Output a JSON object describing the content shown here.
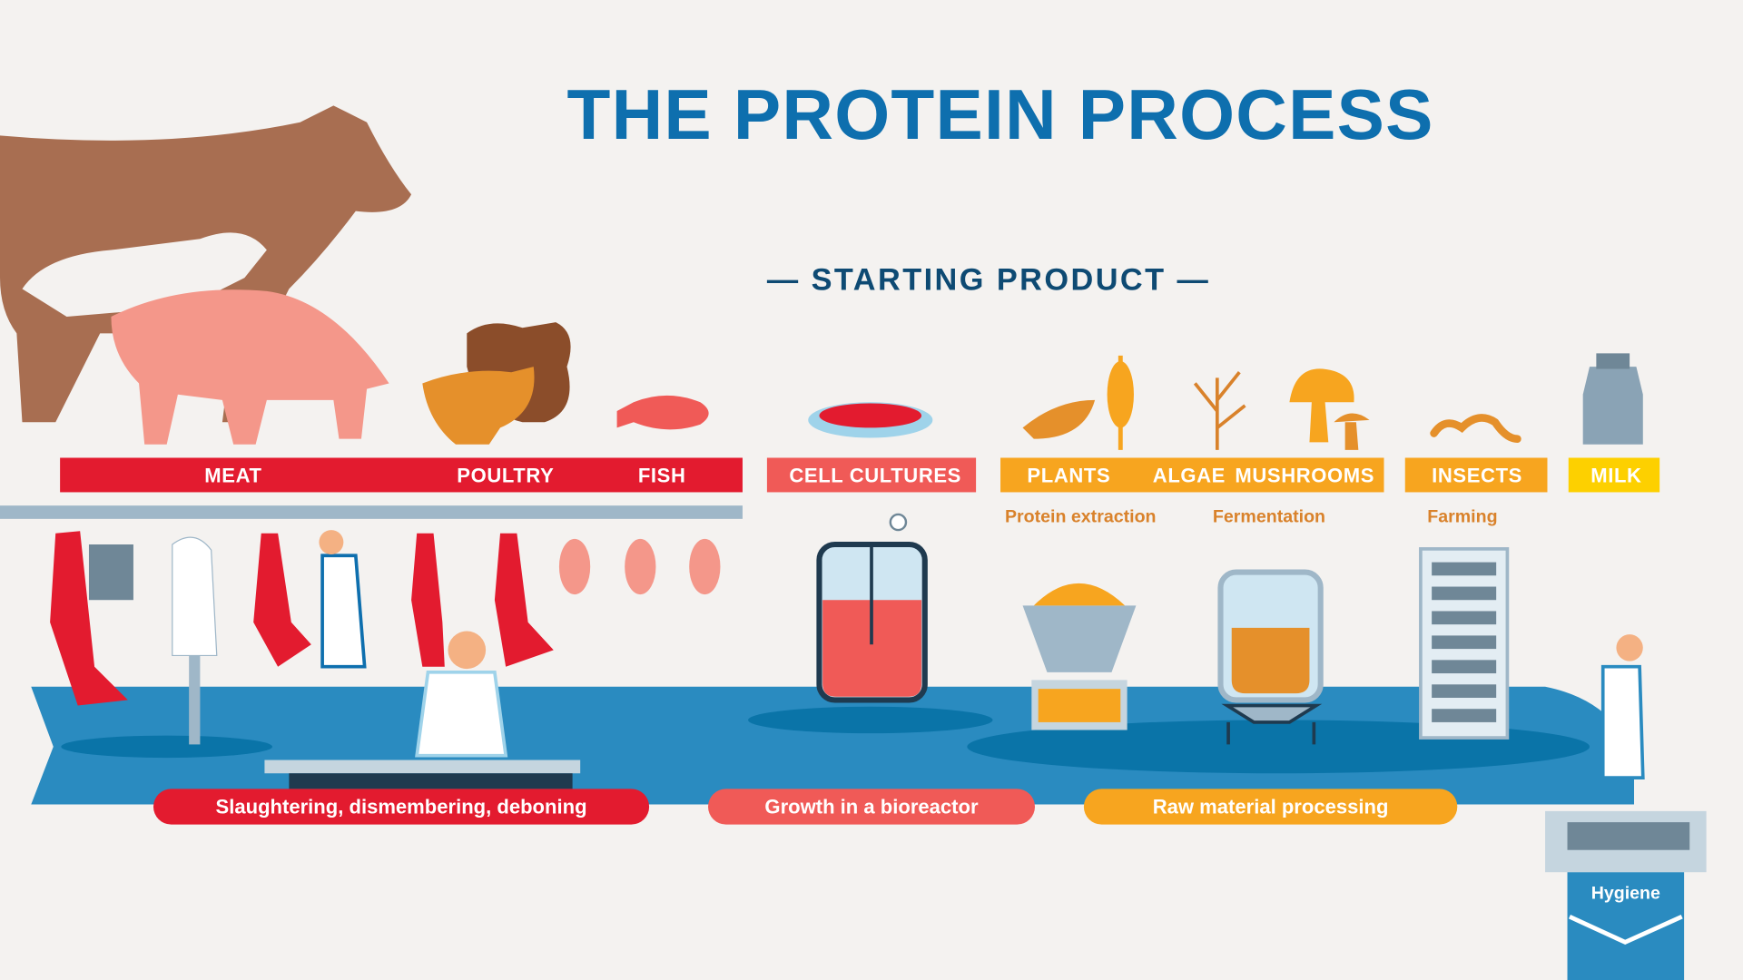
{
  "title": "THE PROTEIN PROCESS",
  "subtitle": "— STARTING PRODUCT —",
  "categories": {
    "meat": "MEAT",
    "poultry": "POULTRY",
    "fish": "FISH",
    "cell_cultures": "CELL CULTURES",
    "plants": "PLANTS",
    "algae": "ALGAE",
    "mushrooms": "MUSHROOMS",
    "insects": "INSECTS",
    "milk": "MILK"
  },
  "sublabels": {
    "protein_extraction": "Protein extraction",
    "fermentation": "Fermentation",
    "farming": "Farming"
  },
  "processes": {
    "slaughtering": "Slaughtering, dismembering, deboning",
    "bioreactor": "Growth in a bioreactor",
    "raw_material": "Raw material processing",
    "hygiene": "Hygiene"
  },
  "colors": {
    "red": "#e31b2f",
    "salmon": "#f05a57",
    "orange": "#f7a51f",
    "yellow": "#fdd000",
    "blue": "#2a8bc0",
    "title": "#0e6fae"
  }
}
